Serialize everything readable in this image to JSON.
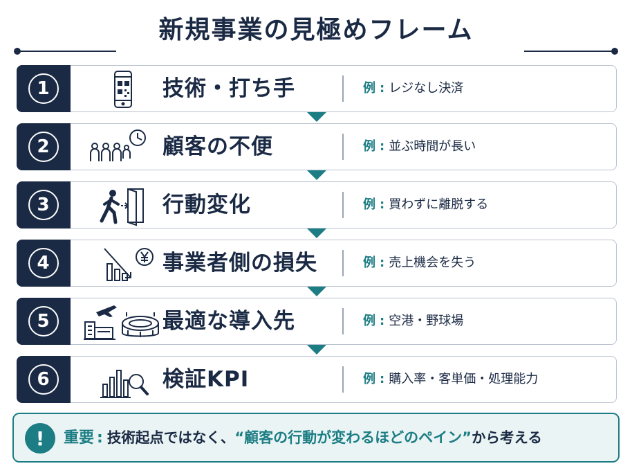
{
  "title": "新規事業の見極めフレーム",
  "example_label": "例",
  "example_colon": ":",
  "colors": {
    "navy": "#1b2a44",
    "teal": "#1d7d84",
    "border": "#b9c2cf"
  },
  "rows": [
    {
      "number": "1",
      "title": "技術・打ち手",
      "example": "レジなし決済",
      "icon": "smartphone-qr-icon"
    },
    {
      "number": "2",
      "title": "顧客の不便",
      "example": "並ぶ時間が長い",
      "icon": "queue-clock-icon"
    },
    {
      "number": "3",
      "title": "行動変化",
      "example": "買わずに離脱する",
      "icon": "person-exit-door-icon"
    },
    {
      "number": "4",
      "title": "事業者側の損失",
      "example": "売上機会を失う",
      "icon": "declining-chart-yen-icon"
    },
    {
      "number": "5",
      "title": "最適な導入先",
      "example": "空港・野球場",
      "icon": "airport-stadium-icon"
    },
    {
      "number": "6",
      "title": "検証KPI",
      "example": "購入率・客単価・処理能力",
      "icon": "bar-chart-magnifier-icon"
    }
  ],
  "note": {
    "icon_glyph": "!",
    "label": "重要",
    "colon": ":",
    "text_before": "技術起点ではなく、",
    "highlight": "“顧客の行動が変わるほどのペイン”",
    "text_after": "から考える"
  }
}
